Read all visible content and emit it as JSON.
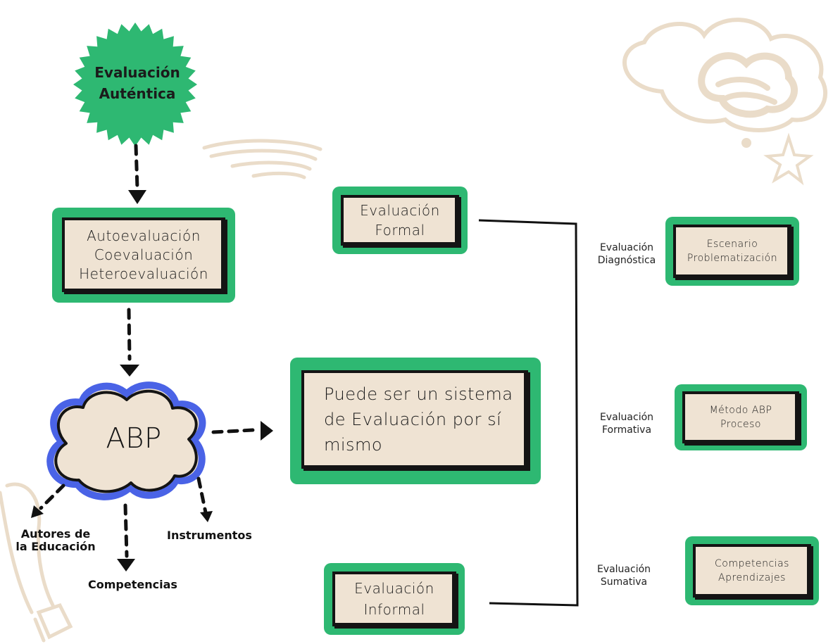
{
  "badge": {
    "line1": "Evaluación",
    "line2": "Auténtica"
  },
  "types_box": {
    "lines": [
      "Autoevaluación",
      "Coevaluación",
      "Heteroevaluación"
    ]
  },
  "cloud": {
    "label": "ABP"
  },
  "cloud_links": {
    "authors_line1": "Autores de",
    "authors_line2": "la Educación",
    "competencias": "Competencias",
    "instrumentos": "Instrumentos"
  },
  "formal_box": {
    "line1": "Evaluación",
    "line2": "Formal"
  },
  "informal_box": {
    "line1": "Evaluación",
    "line2": "Informal"
  },
  "system_box": {
    "line1": "Puede ser un sistema",
    "line2": "de Evaluación por sí",
    "line3": "mismo"
  },
  "stages": [
    {
      "label_line1": "Evaluación",
      "label_line2": "Diagnóstica",
      "box_line1": "Escenario",
      "box_line2": "Problematización"
    },
    {
      "label_line1": "Evaluación",
      "label_line2": "Formativa",
      "box_line1": "Método ABP",
      "box_line2": "Proceso"
    },
    {
      "label_line1": "Evaluación",
      "label_line2": "Sumativa",
      "box_line1": "Competencias",
      "box_line2": "Aprendizajes"
    }
  ],
  "colors": {
    "green": "#2eb872",
    "beige": "#efe3d3",
    "black": "#141414",
    "blue": "#4a63e6",
    "sketch": "#eadcc9"
  }
}
